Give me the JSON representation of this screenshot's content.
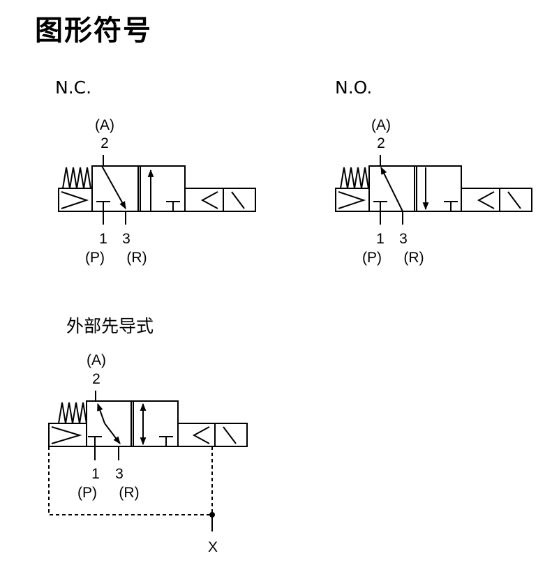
{
  "title": "图形符号",
  "symbols": [
    {
      "id": "nc",
      "label": "N.C.",
      "port_a": "(A)",
      "port_2": "2",
      "port_1": "1",
      "port_3": "3",
      "port_p": "(P)",
      "port_r": "(R)"
    },
    {
      "id": "no",
      "label": "N.O.",
      "port_a": "(A)",
      "port_2": "2",
      "port_1": "1",
      "port_3": "3",
      "port_p": "(P)",
      "port_r": "(R)"
    },
    {
      "id": "ext",
      "label": "外部先导式",
      "port_a": "(A)",
      "port_2": "2",
      "port_1": "1",
      "port_3": "3",
      "port_p": "(P)",
      "port_r": "(R)",
      "port_x": "X"
    }
  ]
}
